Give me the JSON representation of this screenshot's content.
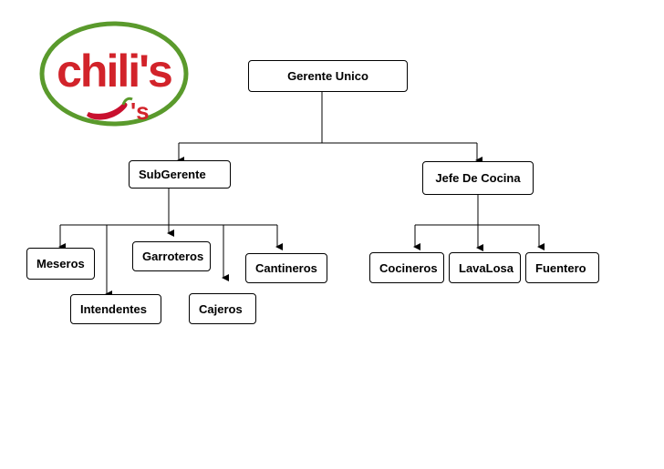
{
  "logo": {
    "wordmark": "chili's",
    "suffix": "'s",
    "ring_color": "#5a9a2c",
    "text_color": "#d2232a",
    "pepper_color": "#c8102e"
  },
  "org_chart": {
    "root": "Gerente Unico",
    "branches": [
      {
        "name": "SubGerente",
        "children": [
          "Meseros",
          "Intendentes",
          "Garroteros",
          "Cajeros",
          "Cantineros"
        ]
      },
      {
        "name": "Jefe De Cocina",
        "children": [
          "Cocineros",
          "LavaLosa",
          "Fuentero"
        ]
      }
    ]
  }
}
